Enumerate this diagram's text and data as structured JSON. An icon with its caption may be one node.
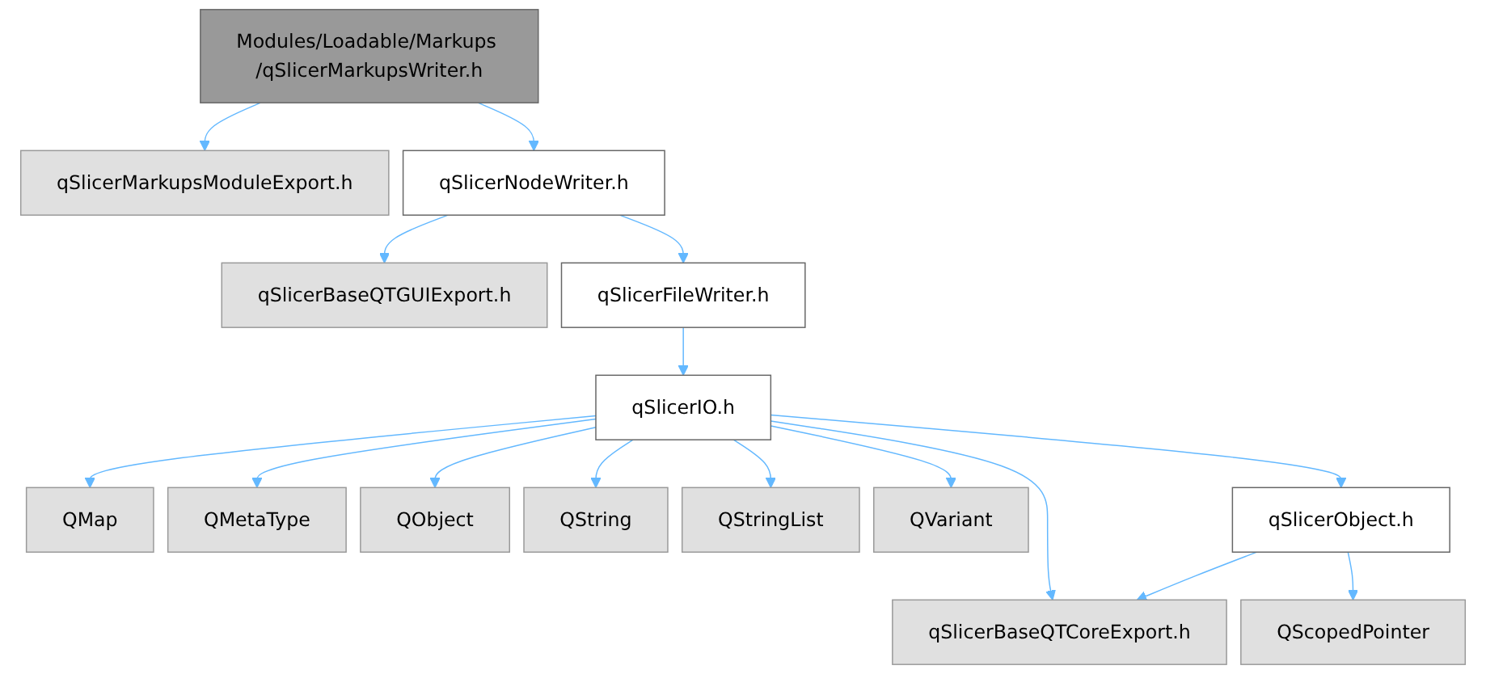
{
  "diagram": {
    "nodes": [
      {
        "text": [
          "Modules/Loadable/Markups /qSlicerMarkupsWriter.h"
        ]
      },
      {
        "text": [
          "qSlicerMarkupsModuleExport.h"
        ]
      },
      {
        "text": [
          "qSlicerNodeWriter.h"
        ]
      },
      {
        "text": [
          "qSlicerBaseQTGUIExport.h"
        ]
      },
      {
        "text": [
          "qSlicerFileWriter.h"
        ]
      },
      {
        "text": [
          "qSlicerIO.h"
        ]
      },
      {
        "text": [
          "QMap"
        ]
      },
      {
        "text": [
          "QMetaType"
        ]
      },
      {
        "text": [
          "QObject"
        ]
      },
      {
        "text": [
          "QString"
        ]
      },
      {
        "text": [
          "QStringList"
        ]
      },
      {
        "text": [
          "QVariant"
        ]
      },
      {
        "text": [
          "qSlicerObject.h"
        ]
      },
      {
        "text": [
          "qSlicerBaseQTCoreExport.h"
        ]
      },
      {
        "text": [
          "QScopedPointer"
        ]
      }
    ],
    "edges": [
      {
        "from": 0,
        "to": 1,
        "arrow": "to"
      },
      {
        "from": 0,
        "to": 2,
        "arrow": "to"
      },
      {
        "from": 2,
        "to": 3,
        "arrow": "to"
      },
      {
        "from": 2,
        "to": 4,
        "arrow": "to"
      },
      {
        "from": 4,
        "to": 5,
        "arrow": "to"
      },
      {
        "from": 5,
        "to": 6,
        "arrow": "to"
      },
      {
        "from": 5,
        "to": 7,
        "arrow": "to"
      },
      {
        "from": 5,
        "to": 8,
        "arrow": "to"
      },
      {
        "from": 5,
        "to": 9,
        "arrow": "to"
      },
      {
        "from": 5,
        "to": 10,
        "arrow": "to"
      },
      {
        "from": 5,
        "to": 11,
        "arrow": "to"
      },
      {
        "from": 5,
        "to": 12,
        "arrow": "to"
      },
      {
        "from": 5,
        "to": 13,
        "arrow": "to"
      },
      {
        "from": 12,
        "to": 13,
        "arrow": "to"
      },
      {
        "from": 12,
        "to": 14,
        "arrow": "to"
      }
    ]
  }
}
